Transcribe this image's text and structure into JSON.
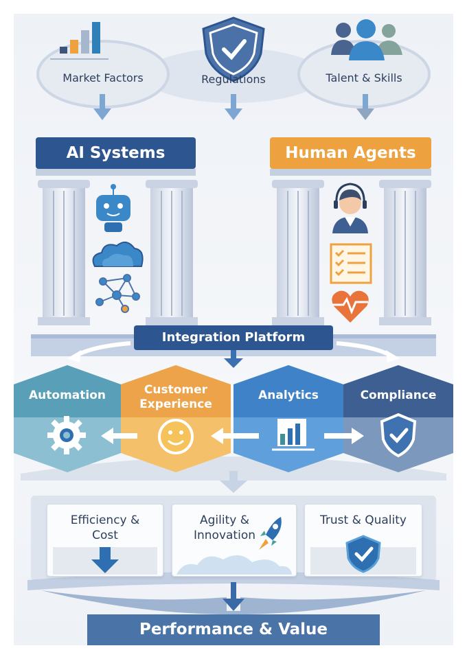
{
  "inputs": {
    "market": "Market Factors",
    "regulations": "Regulations",
    "talent": "Talent & Skills"
  },
  "pillars": {
    "ai": "AI Systems",
    "human": "Human Agents"
  },
  "platform": "Integration Platform",
  "capabilities": [
    {
      "title": "Automation",
      "icon": "gear-icon"
    },
    {
      "title": "Customer Experience",
      "icon": "smiley-icon"
    },
    {
      "title": "Analytics",
      "icon": "bar-chart-icon"
    },
    {
      "title": "Compliance",
      "icon": "shield-check-icon"
    }
  ],
  "outcomes": [
    {
      "title": "Efficiency & Cost",
      "icon": "down-arrow-icon"
    },
    {
      "title": "Agility & Innovation",
      "icon": "rocket-icon"
    },
    {
      "title": "Trust & Quality",
      "icon": "shield-check-icon"
    }
  ],
  "result": "Performance & Value",
  "colors": {
    "navy": "#2d5590",
    "orange": "#eea23f",
    "teal": "#5a9fb8",
    "blue": "#3f82c8",
    "slate": "#3d5f92"
  }
}
